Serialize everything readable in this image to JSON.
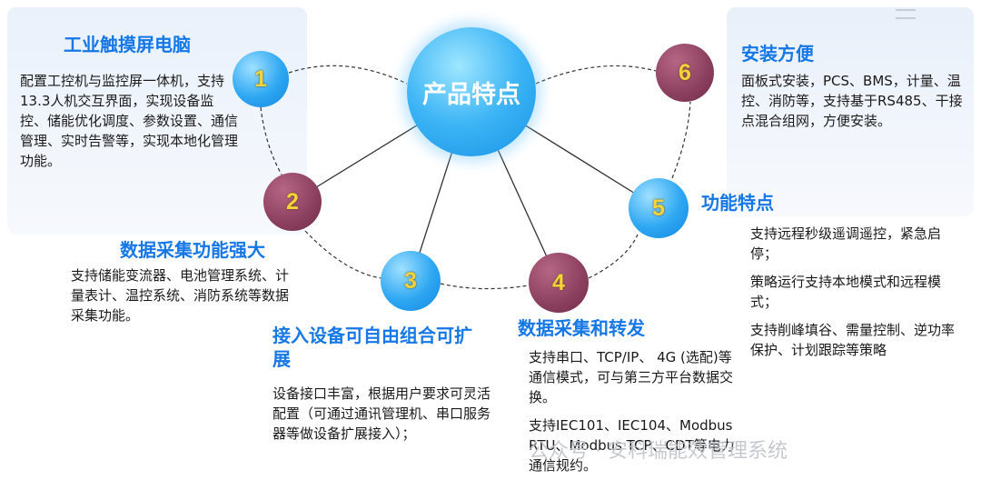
{
  "center": {
    "title": "产品特点"
  },
  "nodes": [
    {
      "num": "1",
      "color": "blue"
    },
    {
      "num": "2",
      "color": "maroon"
    },
    {
      "num": "3",
      "color": "blue"
    },
    {
      "num": "4",
      "color": "maroon"
    },
    {
      "num": "5",
      "color": "blue"
    },
    {
      "num": "6",
      "color": "maroon"
    }
  ],
  "features": [
    {
      "title": "工业触摸屏电脑",
      "paragraphs": [
        "配置工控机与监控屏一体机，支持13.3人机交互界面，实现设备监控、储能优化调度、参数设置、通信管理、实时告警等，实现本地化管理功能。"
      ]
    },
    {
      "title": "数据采集功能强大",
      "paragraphs": [
        "支持储能变流器、电池管理系统、计量表计、温控系统、消防系统等数据采集功能。"
      ]
    },
    {
      "title": "接入设备可自由组合可扩展",
      "paragraphs": [
        "设备接口丰富，根据用户要求可灵活配置（可通过通讯管理机、串口服务器等做设备扩展接入）；"
      ]
    },
    {
      "title": "数据采集和转发",
      "paragraphs": [
        "支持串口、TCP/IP、 4G (选配)等通信模式，可与第三方平台数据交换。",
        "支持IEC101、IEC104、Modbus RTU、Modbus TCP、CDT等电力通信规约。"
      ]
    },
    {
      "title": "功能特点",
      "paragraphs": [
        "支持远程秒级遥调遥控，紧急启停；",
        "策略运行支持本地模式和远程模式；",
        "支持削峰填谷、需量控制、逆功率保护、计划跟踪等策略"
      ]
    },
    {
      "title": "安装方便",
      "paragraphs": [
        "面板式安装，PCS、BMS，计量、温控、消防等，支持基于RS485、干接点混合组网，方便安装。"
      ]
    }
  ],
  "watermark": "公众号 · 安科瑞能效管理系统",
  "colors": {
    "title_blue": "#1677e6",
    "node_blue": "#2ea7f2",
    "node_maroon": "#8b3f5e",
    "number_yellow": "#f3d23a",
    "connector": "#333333"
  },
  "icons": {
    "menu": "hamburger-icon"
  }
}
